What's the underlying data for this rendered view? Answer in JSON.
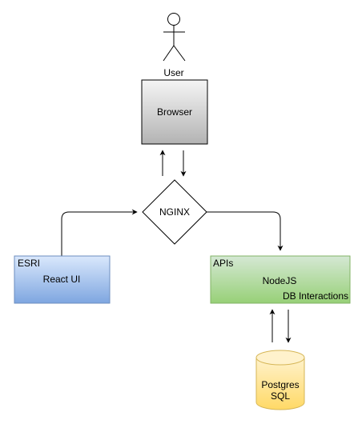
{
  "actor": {
    "label": "User"
  },
  "nodes": {
    "browser": {
      "label": "Browser"
    },
    "nginx": {
      "label": "NGINX"
    },
    "react_ui": {
      "tag": "ESRI",
      "label": "React UI"
    },
    "apis": {
      "tag": "APIs",
      "label": "NodeJS",
      "sublabel": "DB Interactions"
    },
    "database": {
      "line1": "Postgres",
      "line2": "SQL"
    }
  },
  "colors": {
    "stroke": "#000000",
    "browser_fill_top": "#f5f5f5",
    "browser_fill_bottom": "#b3b3b3",
    "react_fill_top": "#dae8fc",
    "react_fill_bottom": "#7ea6e0",
    "react_stroke": "#6c8ebf",
    "apis_fill_top": "#d5e8d4",
    "apis_fill_bottom": "#97d077",
    "apis_stroke": "#82b366",
    "db_fill_top": "#fff2cc",
    "db_fill_bottom": "#ffd966",
    "db_stroke": "#d6b656"
  }
}
